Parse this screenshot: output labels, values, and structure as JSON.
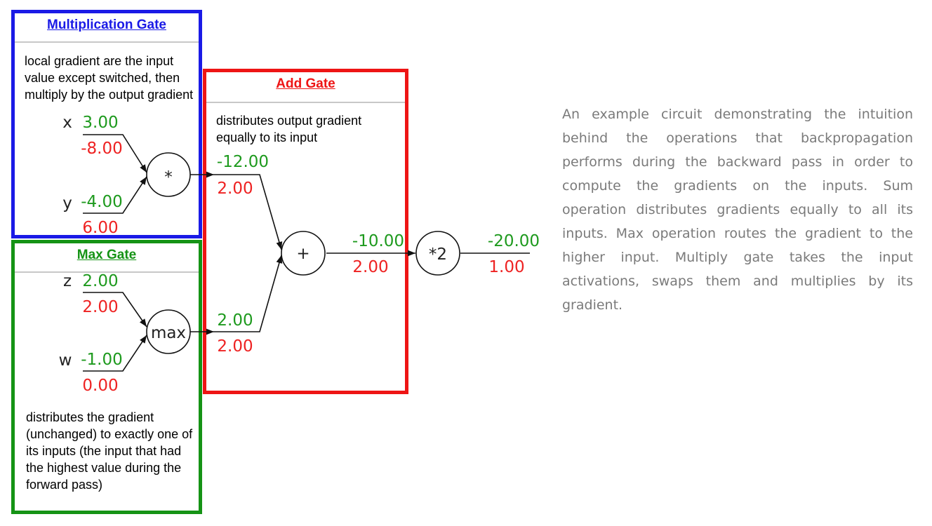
{
  "boxes": {
    "multiplication": {
      "title": "Multiplication Gate",
      "note": "local gradient are the input value except switched, then multiply by the output gradient",
      "color": "#1a1ae6"
    },
    "add": {
      "title": "Add Gate",
      "note": "distributes output gradient equally to its input",
      "color": "#ee1515"
    },
    "max": {
      "title": "Max Gate",
      "note": "distributes the gradient (unchanged) to exactly one of its inputs (the input that had the highest value during the forward pass)",
      "color": "#159315"
    }
  },
  "circuit": {
    "inputs": {
      "x": {
        "name": "x",
        "value": "3.00",
        "gradient": "-8.00"
      },
      "y": {
        "name": "y",
        "value": "-4.00",
        "gradient": "6.00"
      },
      "z": {
        "name": "z",
        "value": "2.00",
        "gradient": "2.00"
      },
      "w": {
        "name": "w",
        "value": "-1.00",
        "gradient": "0.00"
      }
    },
    "gates": {
      "mul": "*",
      "max": "max",
      "add": "+",
      "scale": "*2"
    },
    "wires": {
      "mul_out": {
        "value": "-12.00",
        "gradient": "2.00"
      },
      "max_out": {
        "value": "2.00",
        "gradient": "2.00"
      },
      "add_out": {
        "value": "-10.00",
        "gradient": "2.00"
      },
      "final_out": {
        "value": "-20.00",
        "gradient": "1.00"
      }
    },
    "colors": {
      "forward_value": "#1e9a1e",
      "gradient": "#ee2222"
    }
  },
  "description": "An example circuit demonstrating the intuition behind the operations that backpropagation performs during the backward pass in order to compute the gradients on the inputs. Sum operation distributes gradients equally to all its inputs. Max operation routes the gradient to the higher input. Multiply gate takes the input activations, swaps them and multiplies by its gradient."
}
